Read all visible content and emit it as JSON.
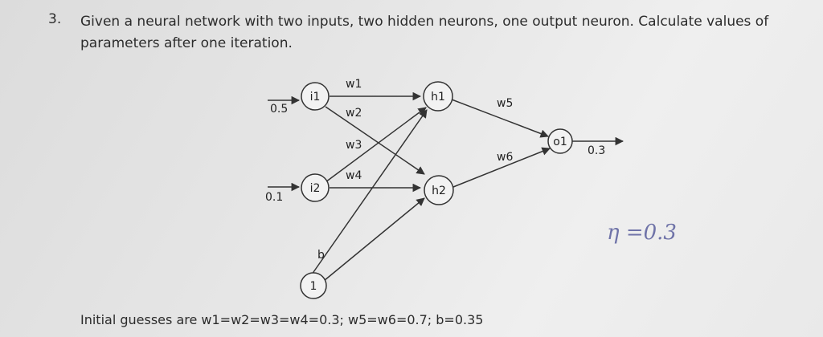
{
  "question": {
    "number": "3.",
    "text": "Given a neural network with two inputs, two hidden neurons, one output neuron. Calculate values of parameters after one iteration."
  },
  "diagram": {
    "nodes": {
      "i1": "i1",
      "i2": "i2",
      "h1": "h1",
      "h2": "h2",
      "o1": "o1",
      "bias": "1"
    },
    "inputs": {
      "x1": "0.5",
      "x2": "0.1"
    },
    "output_value": "0.3",
    "weights": {
      "w1": "w1",
      "w2": "w2",
      "w3": "w3",
      "w4": "w4",
      "w5": "w5",
      "w6": "w6"
    },
    "bias_label": "b"
  },
  "handwritten": {
    "learning_rate": "η =0.3"
  },
  "initial_guesses": "Initial guesses are w1=w2=w3=w4=0.3; w5=w6=0.7; b=0.35"
}
